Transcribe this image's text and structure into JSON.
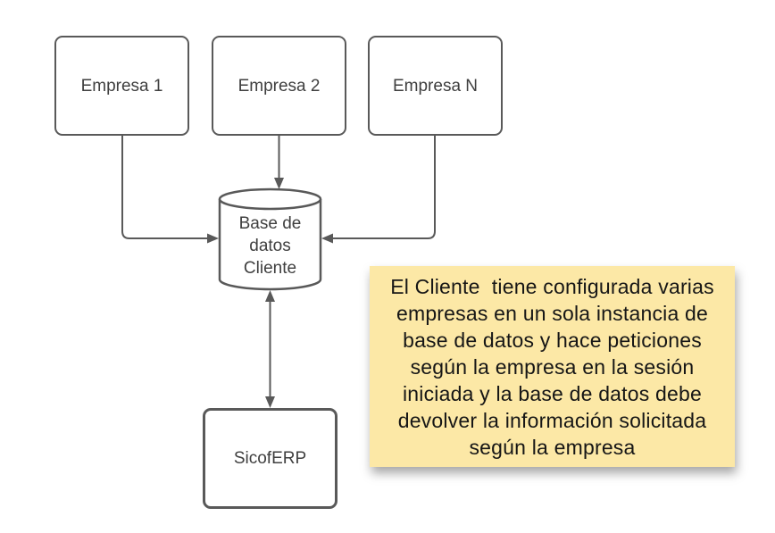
{
  "nodes": {
    "empresa1": {
      "label": "Empresa 1",
      "shape": "rounded-rectangle"
    },
    "empresa2": {
      "label": "Empresa 2",
      "shape": "rounded-rectangle"
    },
    "empresa_n": {
      "label": "Empresa N",
      "shape": "rounded-rectangle"
    },
    "database": {
      "label": "Base de\ndatos\nCliente",
      "shape": "cylinder"
    },
    "sicoferp": {
      "label": "SicofERP",
      "shape": "rounded-rectangle"
    }
  },
  "connectors": [
    {
      "from": "empresa1",
      "to": "database",
      "style": "arrow"
    },
    {
      "from": "empresa2",
      "to": "database",
      "style": "arrow"
    },
    {
      "from": "empresa_n",
      "to": "database",
      "style": "arrow"
    },
    {
      "from": "database",
      "to": "sicoferp",
      "style": "double-arrow"
    }
  ],
  "note": {
    "text": "El Cliente  tiene configurada varias\nempresas en un sola instancia de\nbase de datos y hace peticiones\nsegún la empresa en la sesión\niniciada y la base de datos debe\ndevolver la información solicitada\nsegún la empresa"
  },
  "colors": {
    "stroke": "#595959",
    "shape_fill": "#ffffff",
    "label_text": "#3f3f3f",
    "note_bg": "#fce8a6",
    "note_text": "#161616",
    "canvas_bg": "#ffffff"
  }
}
